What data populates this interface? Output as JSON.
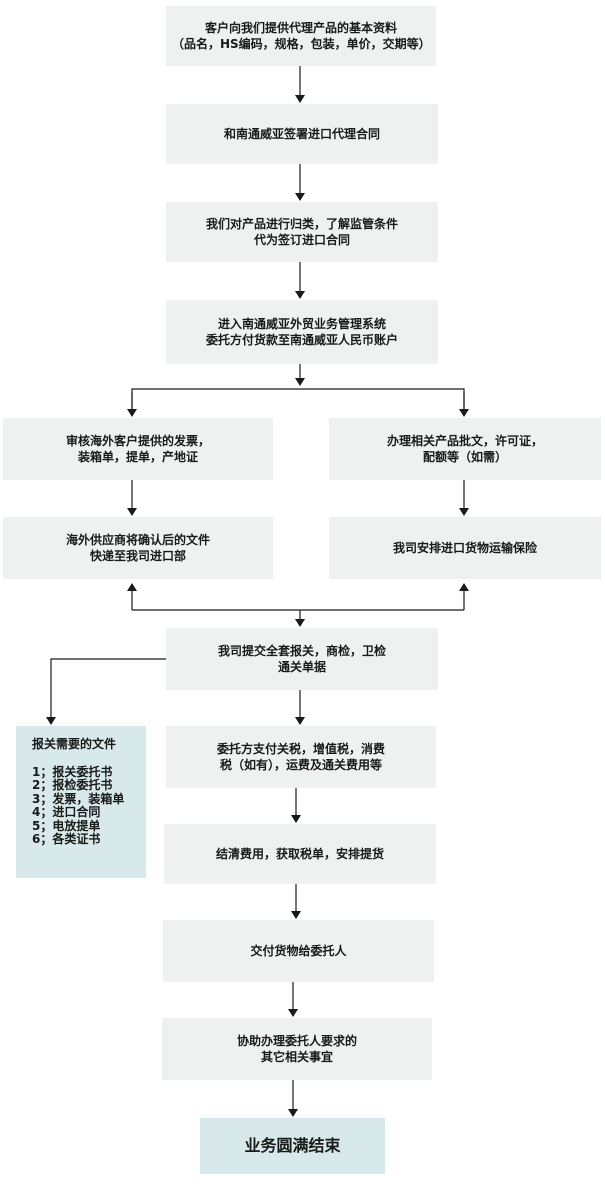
{
  "steps": {
    "s1": [
      "客户向我们提供代理产品的基本资料",
      "（品名，HS编码，规格，包装，单价，交期等）"
    ],
    "s2": [
      "和南通威亚签署进口代理合同"
    ],
    "s3": [
      "我们对产品进行归类，了解监管条件",
      "代为签订进口合同"
    ],
    "s4": [
      "进入南通威亚外贸业务管理系统",
      "委托方付货款至南通威亚人民币账户"
    ],
    "l1": [
      "审核海外客户提供的发票，",
      "装箱单，提单，产地证"
    ],
    "l2": [
      "海外供应商将确认后的文件",
      "快递至我司进口部"
    ],
    "r1": [
      "办理相关产品批文，许可证，",
      "配额等（如需）"
    ],
    "r2": [
      "我司安排进口货物运输保险"
    ],
    "s5": [
      "我司提交全套报关，商检，卫检",
      "通关单据"
    ],
    "s6": [
      "委托方支付关税，增值税，消费",
      "税（如有），运费及通关费用等"
    ],
    "s7": [
      "结清费用，获取税单，安排提货"
    ],
    "s8": [
      "交付货物给委托人"
    ],
    "s9": [
      "协助办理委托人要求的",
      "其它相关事宜"
    ],
    "s10": [
      "业务圆满结束"
    ]
  },
  "documents": {
    "title": "报关需要的文件",
    "items": [
      "1；报关委托书",
      "2；报检委托书",
      "3；发票，装箱单",
      "4；进口合同",
      "5；电放提单",
      "6；各类证书"
    ]
  },
  "colors": {
    "box": "#eff1f1",
    "accent_box": "#d7e9ea",
    "line": "#1a1a1a"
  }
}
